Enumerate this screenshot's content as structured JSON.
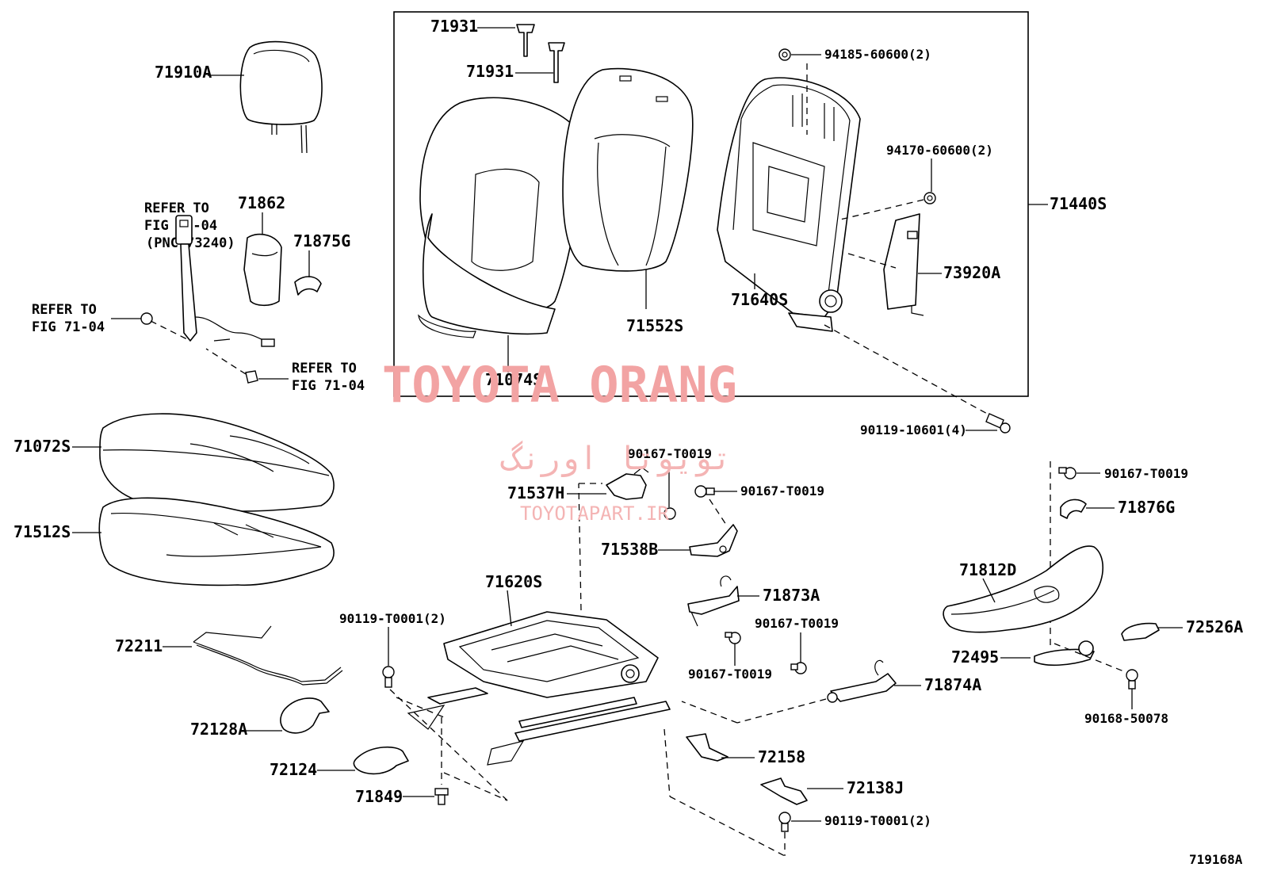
{
  "diagram_id": "719168A",
  "watermark": {
    "title": "TOYOTA ORANG",
    "persian": "تویوتا اورنگ",
    "url": "TOYOTAPART.IR"
  },
  "labels": {
    "p71910A": "71910A",
    "p71931a": "71931",
    "p71931b": "71931",
    "p94185": "94185-60600(2)",
    "p94170": "94170-60600(2)",
    "p71440S": "71440S",
    "p73920A": "73920A",
    "p71640S": "71640S",
    "p71552S": "71552S",
    "p71074S": "71074S",
    "p71862": "71862",
    "p71875G": "71875G",
    "p90119_10601": "90119-10601(4)",
    "p71072S": "71072S",
    "p71512S": "71512S",
    "p90167_a": "90167-T0019",
    "p71537H": "71537H",
    "p90167_b": "90167-T0019",
    "p71538B": "71538B",
    "p71620S": "71620S",
    "p90119_T0001a": "90119-T0001(2)",
    "p71873A": "71873A",
    "p90167_c": "90167-T0019",
    "p90167_d": "90167-T0019",
    "p71874A": "71874A",
    "p72211": "72211",
    "p72128A": "72128A",
    "p72124": "72124",
    "p71849": "71849",
    "p72158": "72158",
    "p72138J": "72138J",
    "p90119_T0001b": "90119-T0001(2)",
    "p90167_e": "90167-T0019",
    "p71876G": "71876G",
    "p71812D": "71812D",
    "p72526A": "72526A",
    "p72495": "72495",
    "p90168": "90168-50078"
  },
  "refs": {
    "ref1_line1": "REFER TO",
    "ref1_line2": "FIG 71-04",
    "ref1_line3": "(PNC 73240)",
    "ref2_line1": "REFER TO",
    "ref2_line2": "FIG 71-04",
    "ref3_line1": "REFER TO",
    "ref3_line2": "FIG 71-04"
  }
}
